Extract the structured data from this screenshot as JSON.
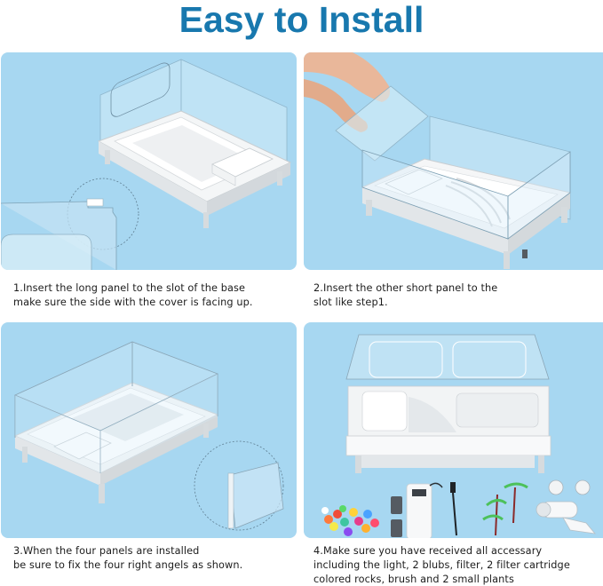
{
  "header": {
    "title": "Easy to Install"
  },
  "colors": {
    "title": "#1878ae",
    "panel_background": "#a7d7f1",
    "caption_text": "#1c1c1c"
  },
  "steps": [
    {
      "number": 1,
      "illustration": "base-with-long-panel-and-slot-closeup",
      "lines": [
        "1.Insert the long panel to the slot of the base",
        "make sure the side with the cover is facing up."
      ]
    },
    {
      "number": 2,
      "illustration": "hands-inserting-short-panel",
      "lines": [
        "2.Insert the other short panel to the",
        "slot like step1."
      ]
    },
    {
      "number": 3,
      "illustration": "four-panels-installed-with-corner-closeup",
      "lines": [
        "3.When the four panels are installed",
        "be sure to fix the four right angels as shown."
      ]
    },
    {
      "number": 4,
      "illustration": "assembled-tank-with-accessories",
      "lines": [
        "4.Make sure you have received all accessary",
        "including the light, 2 blubs, filter, 2 filter cartridge",
        "colored rocks, brush and 2 small plants"
      ],
      "accessories": [
        "colored-rocks-icon",
        "filter-cartridge-icon",
        "filter-icon",
        "brush-icon",
        "plant-icon",
        "bulb-icon",
        "clamp-lamp-icon"
      ]
    }
  ]
}
